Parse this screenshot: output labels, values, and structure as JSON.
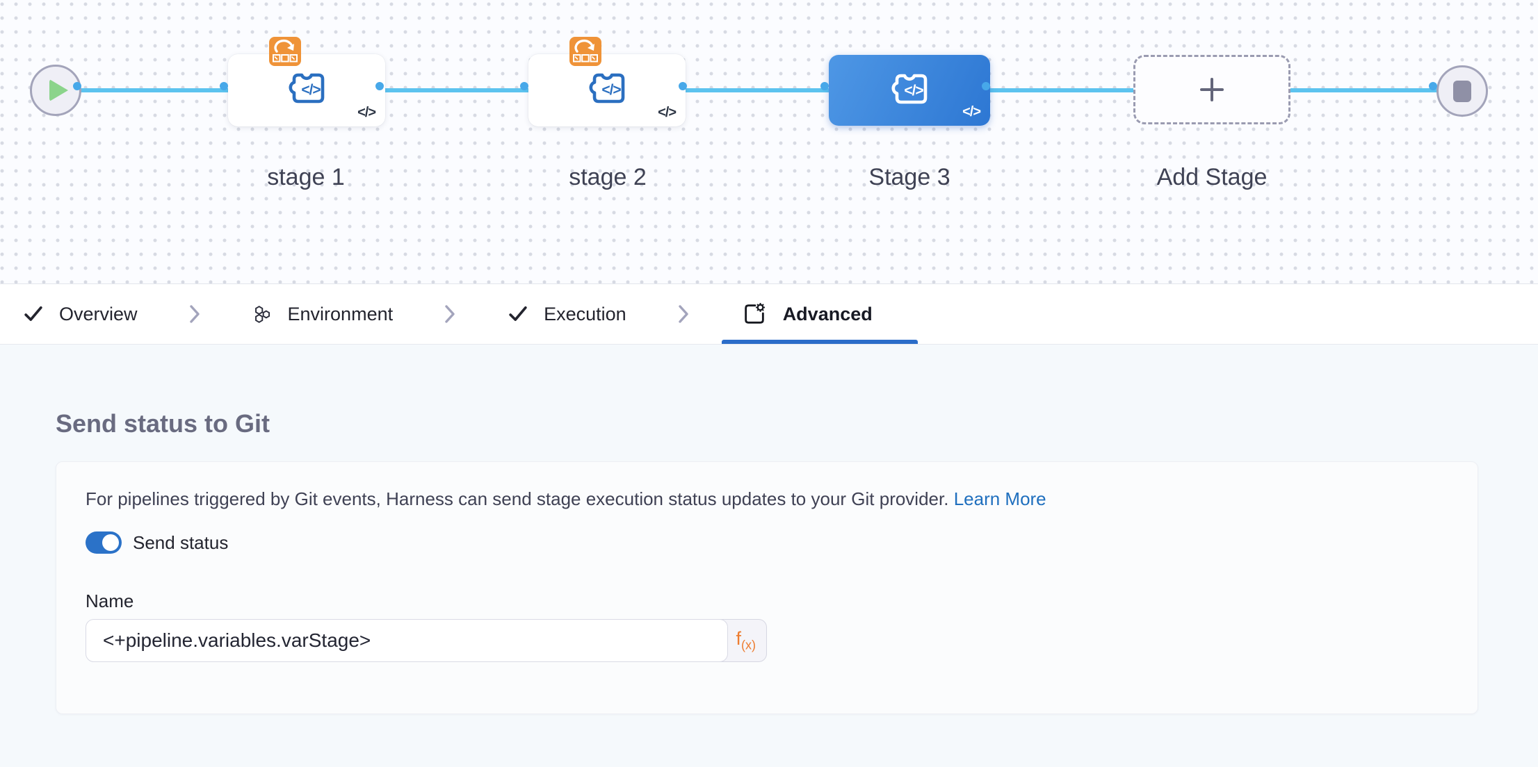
{
  "pipeline_canvas": {
    "code_tag": "</>",
    "stages": [
      {
        "label": "stage 1",
        "selected": false,
        "has_execution_strategy_badge": true
      },
      {
        "label": "stage 2",
        "selected": false,
        "has_execution_strategy_badge": true
      },
      {
        "label": "Stage 3",
        "selected": true,
        "has_execution_strategy_badge": false
      }
    ],
    "add_stage_label": "Add Stage"
  },
  "tab_bar": {
    "tabs": [
      {
        "label": "Overview",
        "icon": "check-icon",
        "active": false
      },
      {
        "label": "Environment",
        "icon": "hexagons-icon",
        "active": false
      },
      {
        "label": "Execution",
        "icon": "check-icon",
        "active": false
      },
      {
        "label": "Advanced",
        "icon": "file-gear-icon",
        "active": true
      }
    ]
  },
  "advanced_panel": {
    "section_title": "Send status to Git",
    "description": "For pipelines triggered by Git events, Harness can send stage execution status updates to your Git provider.",
    "learn_more_label": "Learn More",
    "send_status_toggle": {
      "label": "Send status",
      "state": "on"
    },
    "name_field": {
      "label": "Name",
      "value": "<+pipeline.variables.varStage>"
    },
    "expression_button": {
      "fn": "f",
      "args": "(x)"
    }
  },
  "colors": {
    "connector_blue": "#5cc3ef",
    "port_ring_blue": "#47a8e9",
    "selected_stage_gradient": [
      "#4e97e5",
      "#2d77d3"
    ],
    "strategy_badge_orange": "#ef9338",
    "stage_icon_blue": "#2b6fc0",
    "tab_underline_blue": "#2b6dc9",
    "toggle_blue": "#2b72c8",
    "link_blue": "#1f6fbe",
    "expression_orange": "#ed7d31",
    "play_green": "#8bd48b"
  }
}
